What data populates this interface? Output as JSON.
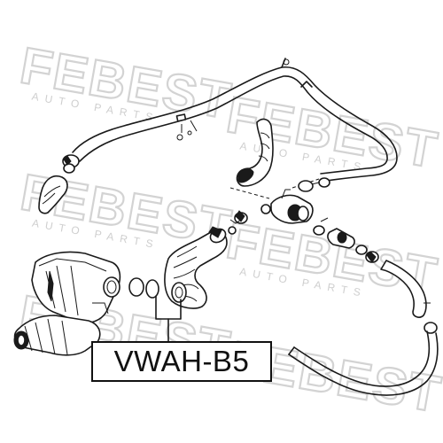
{
  "watermark": {
    "brand": "FEBEST",
    "sub": "AUTO PARTS"
  },
  "part_label": "VWAH-B5",
  "colors": {
    "line": "#1a1a1a",
    "watermark": "#d3d3d3",
    "background": "#ffffff"
  }
}
